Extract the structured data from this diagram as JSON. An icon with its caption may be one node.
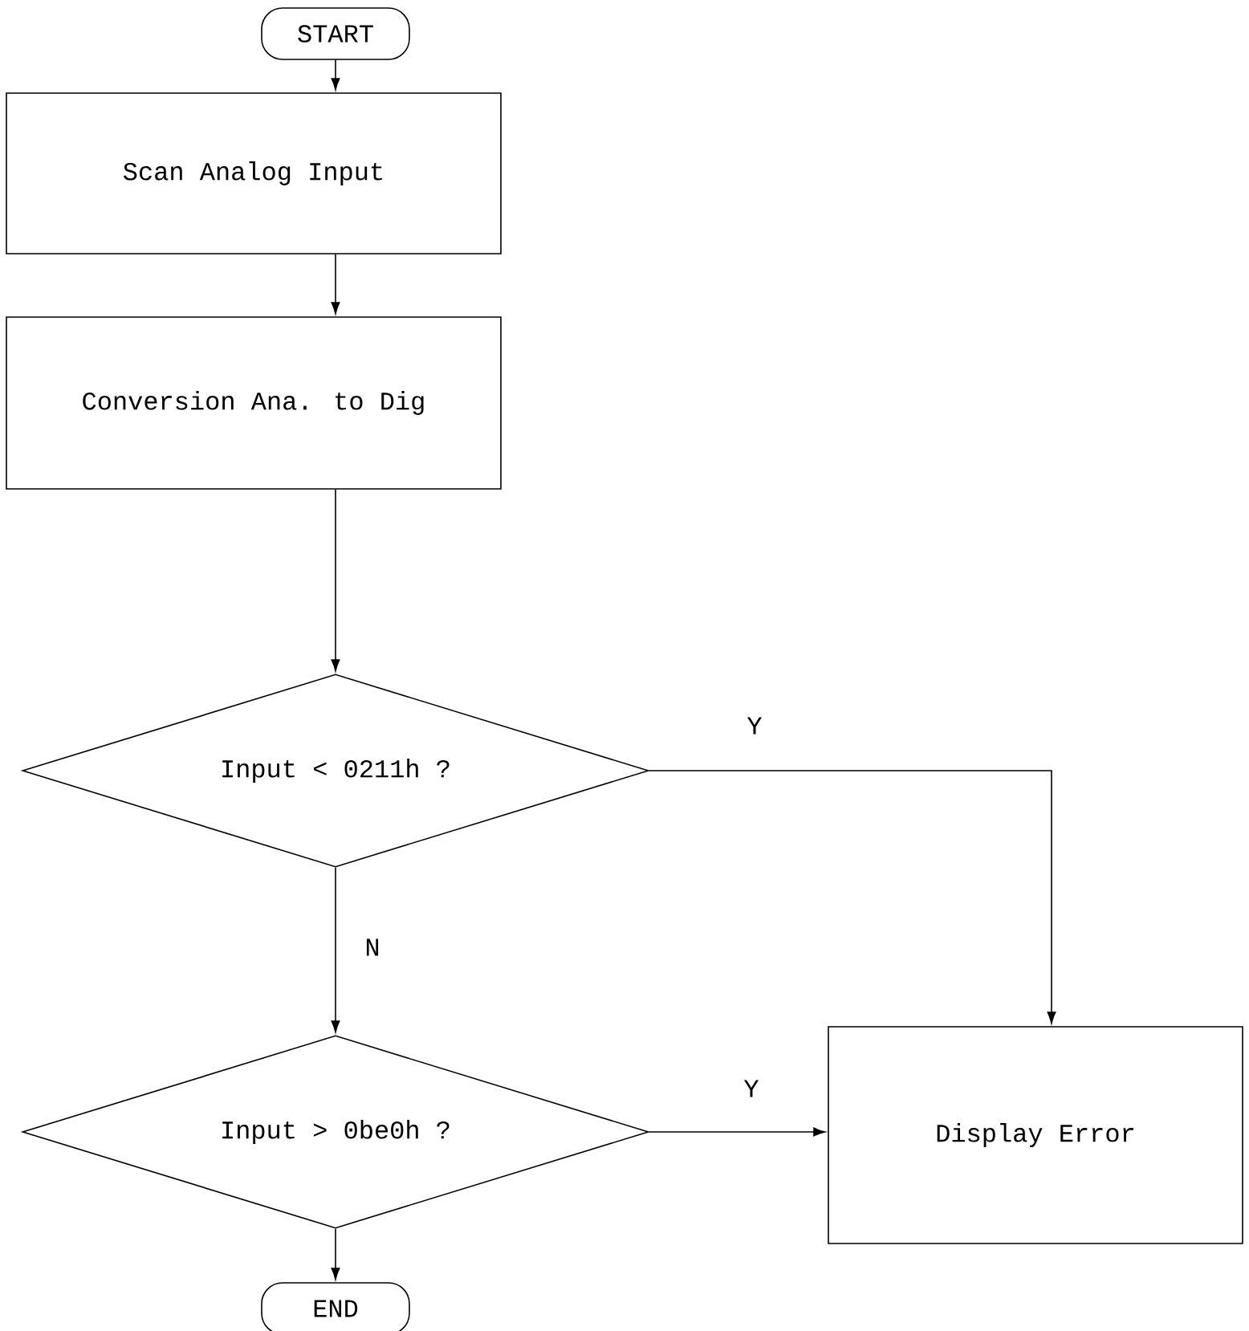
{
  "diagram": {
    "nodes": [
      {
        "text": [
          "START"
        ]
      },
      {
        "text": [
          "Scan Analog Input"
        ]
      },
      {
        "text": [
          "Conversion Ana. to Dig"
        ]
      },
      {
        "text": [
          "Input < 0211h ?"
        ]
      },
      {
        "text": [
          "Input > 0be0h ?"
        ]
      },
      {
        "text": [
          "Display Error"
        ]
      },
      {
        "text": [
          "END"
        ]
      }
    ],
    "edges": [
      {
        "from": 0,
        "to": 1,
        "arrow": "to"
      },
      {
        "from": 1,
        "to": 2,
        "arrow": "to"
      },
      {
        "from": 2,
        "to": 3,
        "arrow": "to"
      },
      {
        "from": 3,
        "to": 5,
        "arrow": "to",
        "label": "Y"
      },
      {
        "from": 3,
        "to": 4,
        "arrow": "to",
        "label": "N"
      },
      {
        "from": 4,
        "to": 5,
        "arrow": "to",
        "label": "Y"
      },
      {
        "from": 4,
        "to": 6,
        "arrow": "to"
      }
    ]
  }
}
